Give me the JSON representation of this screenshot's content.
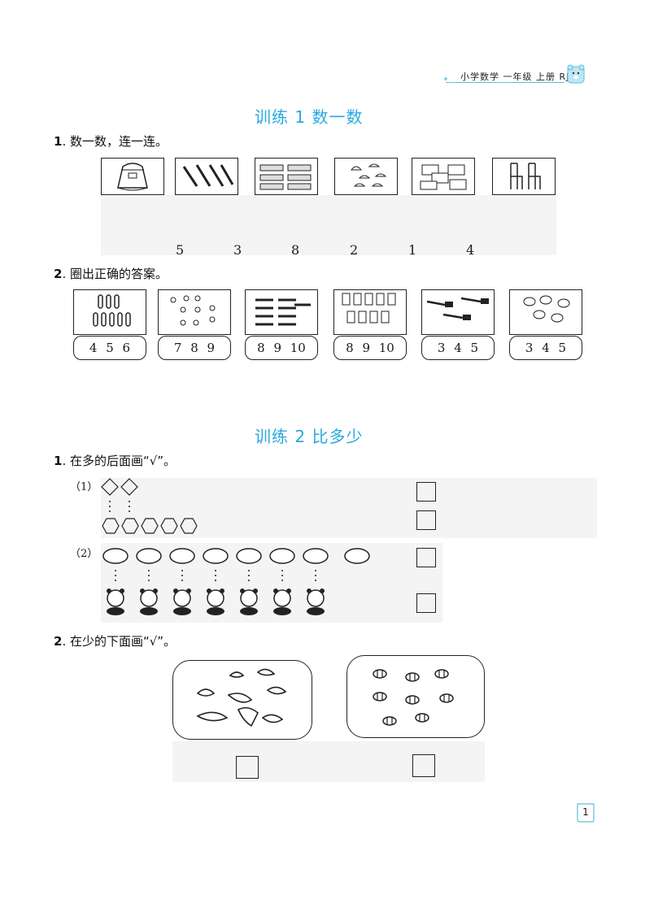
{
  "header": {
    "text": "小学数学 一年级 上册 RJ",
    "accent_color": "#29a8e0",
    "mascot_icon": "bear-mascot-icon"
  },
  "section1": {
    "title": "训练 1   数一数",
    "q1": {
      "number": "1",
      "text": ". 数一数，连一连。",
      "picture_icons": [
        "schoolbag-icon",
        "pencils-icon",
        "staplers-icon",
        "mushrooms-icon",
        "books-icon",
        "chairs-icon"
      ],
      "numbers": [
        "5",
        "3",
        "8",
        "2",
        "1",
        "4"
      ]
    },
    "q2": {
      "number": "2",
      "text": ". 圈出正确的答案。",
      "cards": [
        {
          "icon": "paperclips-icon",
          "options": "4  5  6"
        },
        {
          "icon": "thumbtacks-icon",
          "options": "7  8  9"
        },
        {
          "icon": "crayons-icon",
          "options": "8  9  10"
        },
        {
          "icon": "cans-icon",
          "options": "8  9  10"
        },
        {
          "icon": "brushes-icon",
          "options": "3  4  5"
        },
        {
          "icon": "candies-icon",
          "options": "3  4  5"
        }
      ]
    }
  },
  "section2": {
    "title": "训练 2   比多少",
    "q1": {
      "number": "1",
      "text": ". 在多的后面画“√”。",
      "part1_label": "（1）",
      "part2_label": "（2）"
    },
    "q2": {
      "number": "2",
      "text": ". 在少的下面画“√”。",
      "group_icons": [
        "birds-icon",
        "bees-icon"
      ]
    }
  },
  "page_number": "1"
}
